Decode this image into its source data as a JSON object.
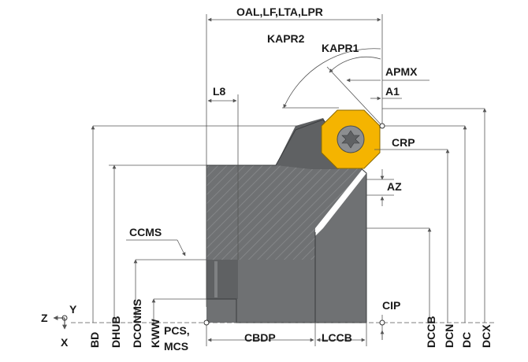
{
  "labels": {
    "oal": "OAL,LF,LTA,LPR",
    "kapr2": "KAPR2",
    "kapr1": "KAPR1",
    "apmx": "APMX",
    "a1": "A1",
    "l8": "L8",
    "crp": "CRP",
    "az": "AZ",
    "ccms": "CCMS",
    "cip": "CIP",
    "pcs": "PCS,",
    "mcs": "MCS",
    "cbdp": "CBDP",
    "lccb": "LCCB",
    "z": "Z",
    "y": "Y",
    "x": "X",
    "bd": "BD",
    "dhub": "DHUB",
    "dconms": "DCONMS",
    "kww": "KWW",
    "dccb": "DCCB",
    "dcn": "DCN",
    "dc": "DC",
    "dcx": "DCX"
  },
  "colors": {
    "body": "#6f7173",
    "body_dark": "#5f6163",
    "insert": "#f5b400",
    "dimension": "#555555"
  }
}
